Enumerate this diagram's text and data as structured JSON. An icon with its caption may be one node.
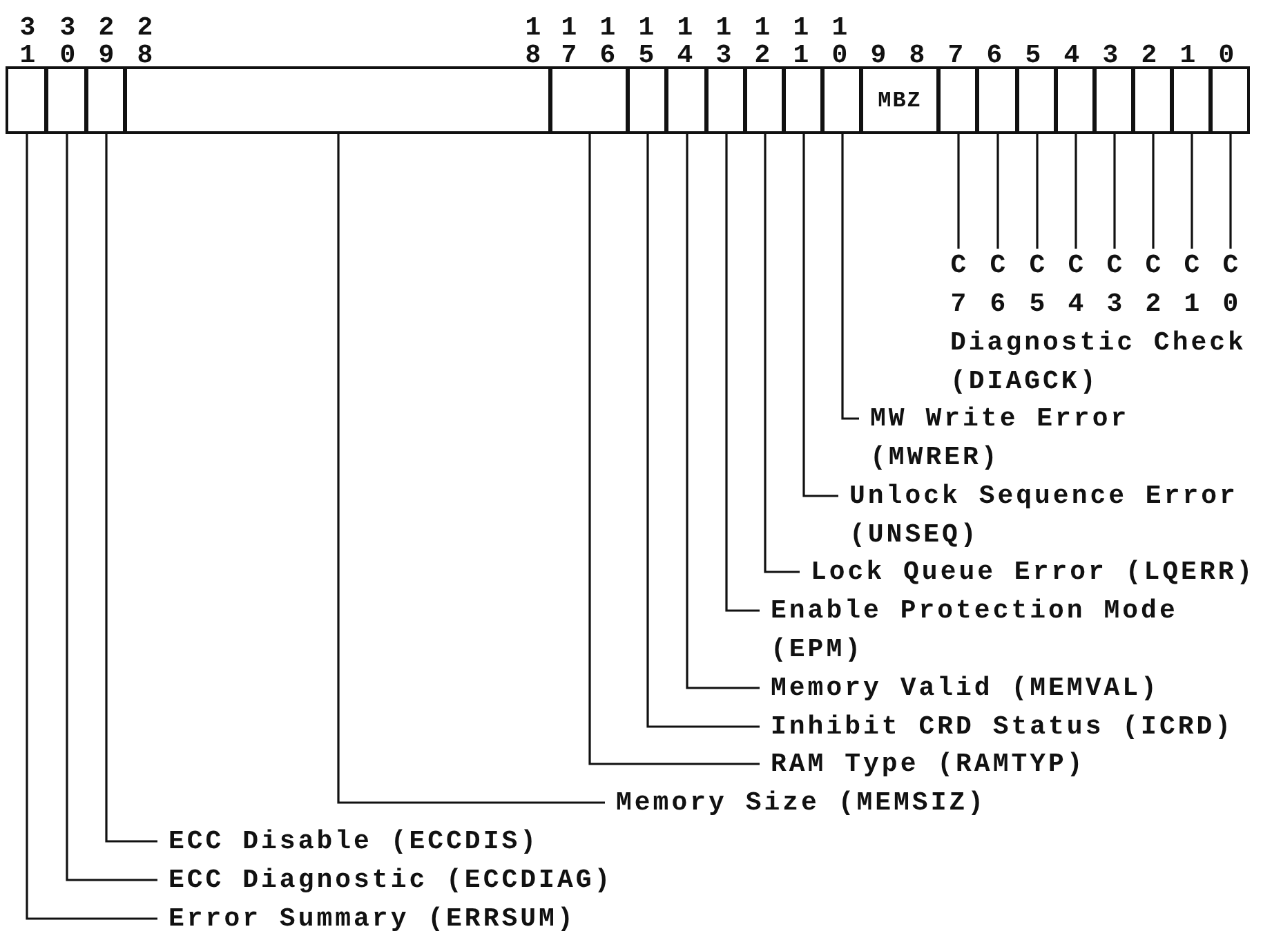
{
  "diagram": {
    "nodes": [
      {
        "text": [],
        "shape": "box"
      },
      {
        "text": [],
        "shape": "box"
      },
      {
        "text": [],
        "shape": "box"
      },
      {
        "text": [],
        "shape": "box"
      },
      {
        "text": [],
        "shape": "box"
      },
      {
        "text": [],
        "shape": "box"
      },
      {
        "text": [],
        "shape": "box"
      },
      {
        "text": [],
        "shape": "box"
      },
      {
        "text": [],
        "shape": "box"
      },
      {
        "text": [],
        "shape": "box"
      },
      {
        "text": [],
        "shape": "box"
      },
      {
        "text": [
          "MBZ"
        ]
      },
      {
        "text": [],
        "shape": "box"
      },
      {
        "text": [],
        "shape": "box"
      },
      {
        "text": [],
        "shape": "box"
      },
      {
        "text": [],
        "shape": "box"
      },
      {
        "text": [],
        "shape": "box"
      },
      {
        "text": [],
        "shape": "box"
      },
      {
        "text": [],
        "shape": "box"
      },
      {
        "text": [],
        "shape": "box"
      },
      {
        "text": [
          "C7"
        ]
      },
      {
        "text": [
          "C6"
        ]
      },
      {
        "text": [
          "C5"
        ]
      },
      {
        "text": [
          "C4"
        ]
      },
      {
        "text": [
          "C3"
        ]
      },
      {
        "text": [
          "C2"
        ]
      },
      {
        "text": [
          "C1"
        ]
      },
      {
        "text": [
          "C0"
        ]
      },
      {
        "text": [
          "MW Write Error (MWRER)"
        ]
      },
      {
        "text": [
          "Unlock Sequence Error (UNSEQ)"
        ]
      },
      {
        "text": [
          "Lock Queue Error (LQERR)"
        ]
      },
      {
        "text": [
          "Enable Protection Mode (EPM)"
        ]
      },
      {
        "text": [
          "Memory Valid (MEMVAL)"
        ]
      },
      {
        "text": [
          "Inhibit CRD Status (ICRD)"
        ]
      },
      {
        "text": [
          "RAM Type (RAMTYP)"
        ]
      },
      {
        "text": [
          "Memory Size (MEMSIZ)"
        ]
      },
      {
        "text": [
          "ECC Disable (ECCDIS)"
        ]
      },
      {
        "text": [
          "ECC Diagnostic (ECCDIAG)"
        ]
      },
      {
        "text": [
          "Error Summary (ERRSUM)"
        ]
      }
    ],
    "edges": [
      {
        "from": 20,
        "to": 12,
        "arrow": "none"
      },
      {
        "from": 21,
        "to": 13,
        "arrow": "none"
      },
      {
        "from": 22,
        "to": 14,
        "arrow": "none"
      },
      {
        "from": 23,
        "to": 15,
        "arrow": "none"
      },
      {
        "from": 24,
        "to": 16,
        "arrow": "none"
      },
      {
        "from": 25,
        "to": 17,
        "arrow": "none"
      },
      {
        "from": 26,
        "to": 18,
        "arrow": "none"
      },
      {
        "from": 27,
        "to": 19,
        "arrow": "none"
      },
      {
        "from": 28,
        "to": 10,
        "arrow": "none"
      },
      {
        "from": 29,
        "to": 9,
        "arrow": "none"
      },
      {
        "from": 30,
        "to": 8,
        "arrow": "none"
      },
      {
        "from": 31,
        "to": 7,
        "arrow": "none"
      },
      {
        "from": 32,
        "to": 6,
        "arrow": "none"
      },
      {
        "from": 33,
        "to": 5,
        "arrow": "none"
      },
      {
        "from": 34,
        "to": 4,
        "arrow": "none"
      },
      {
        "from": 35,
        "to": 3,
        "arrow": "none"
      },
      {
        "from": 36,
        "to": 2,
        "arrow": "none"
      },
      {
        "from": 37,
        "to": 1,
        "arrow": "none"
      },
      {
        "from": 38,
        "to": 0,
        "arrow": "none"
      }
    ],
    "labels": [
      "31",
      "30",
      "29",
      "28",
      "18",
      "17",
      "16",
      "15",
      "14",
      "13",
      "12",
      "11",
      "10",
      "9",
      "8",
      "7",
      "6",
      "5",
      "4",
      "3",
      "2",
      "1",
      "0",
      "Diagnostic Check (DIAGCK)"
    ]
  }
}
